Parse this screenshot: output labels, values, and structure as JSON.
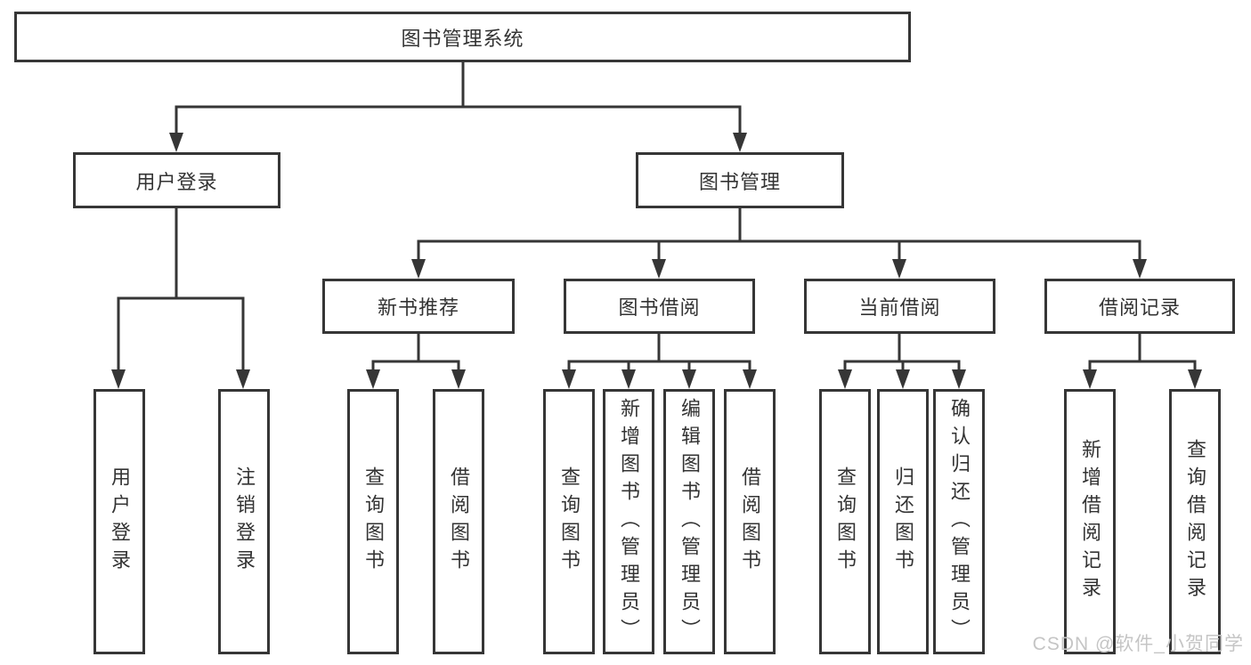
{
  "colors": {
    "line": "#363636",
    "box_border": "#363636",
    "text": "#333333",
    "background": "#ffffff",
    "watermark_text": "#c5c5c5"
  },
  "watermark": "CSDN @软件_小贺同学",
  "root": {
    "label": "图书管理系统",
    "children": [
      {
        "label": "用户登录",
        "children": [
          {
            "label": "用户登录"
          },
          {
            "label": "注销登录"
          }
        ]
      },
      {
        "label": "图书管理",
        "children": [
          {
            "label": "新书推荐",
            "children": [
              {
                "label": "查询图书"
              },
              {
                "label": "借阅图书"
              }
            ]
          },
          {
            "label": "图书借阅",
            "children": [
              {
                "label": "查询图书"
              },
              {
                "label": "新增图书（管理员）"
              },
              {
                "label": "编辑图书（管理员）"
              },
              {
                "label": "借阅图书"
              }
            ]
          },
          {
            "label": "当前借阅",
            "children": [
              {
                "label": "查询图书"
              },
              {
                "label": "归还图书"
              },
              {
                "label": "确认归还（管理员）"
              }
            ]
          },
          {
            "label": "借阅记录",
            "children": [
              {
                "label": "新增借阅记录"
              },
              {
                "label": "查询借阅记录"
              }
            ]
          }
        ]
      }
    ]
  }
}
